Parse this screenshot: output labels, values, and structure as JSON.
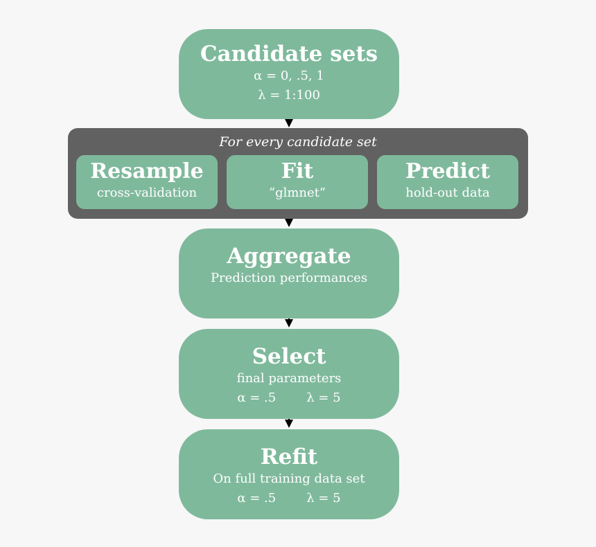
{
  "candidate": {
    "title": "Candidate sets",
    "line1": "α = 0, .5, 1",
    "line2": "λ = 1:100"
  },
  "loop": {
    "label": "For every candidate set",
    "steps": [
      {
        "title": "Resample",
        "sub": "cross-validation"
      },
      {
        "title": "Fit",
        "sub": "“glmnet”"
      },
      {
        "title": "Predict",
        "sub": "hold-out data"
      }
    ]
  },
  "aggregate": {
    "title": "Aggregate",
    "sub": "Prediction performances"
  },
  "select": {
    "title": "Select",
    "sub": "final parameters",
    "alpha": "α = .5",
    "lambda": "λ = 5"
  },
  "refit": {
    "title": "Refit",
    "sub": "On full training data set",
    "alpha": "α = .5",
    "lambda": "λ = 5"
  }
}
